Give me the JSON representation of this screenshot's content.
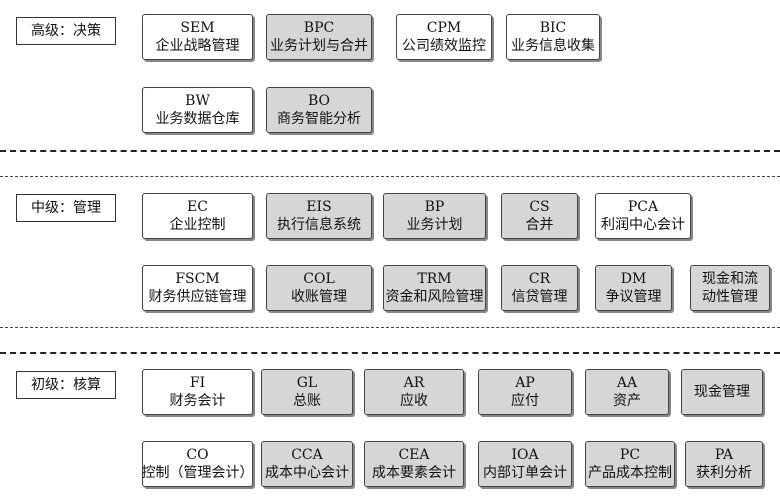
{
  "levels": [
    {
      "label": "高级：决策"
    },
    {
      "label": "中级：管理"
    },
    {
      "label": "初级：核算"
    }
  ],
  "modules": [
    {
      "code": "SEM",
      "name": "企业战略管理",
      "shaded": false
    },
    {
      "code": "BPC",
      "name": "业务计划与合并",
      "shaded": true
    },
    {
      "code": "CPM",
      "name": "公司绩效监控",
      "shaded": false
    },
    {
      "code": "BIC",
      "name": "业务信息收集",
      "shaded": false
    },
    {
      "code": "BW",
      "name": "业务数据仓库",
      "shaded": false
    },
    {
      "code": "BO",
      "name": "商务智能分析",
      "shaded": true
    },
    {
      "code": "EC",
      "name": "企业控制",
      "shaded": false
    },
    {
      "code": "EIS",
      "name": "执行信息系统",
      "shaded": true
    },
    {
      "code": "BP",
      "name": "业务计划",
      "shaded": true
    },
    {
      "code": "CS",
      "name": "合并",
      "shaded": true
    },
    {
      "code": "PCA",
      "name": "利润中心会计",
      "shaded": false
    },
    {
      "code": "FSCM",
      "name": "财务供应链管理",
      "shaded": false
    },
    {
      "code": "COL",
      "name": "收账管理",
      "shaded": true
    },
    {
      "code": "TRM",
      "name": "资金和风险管理",
      "shaded": true
    },
    {
      "code": "CR",
      "name": "信贷管理",
      "shaded": true
    },
    {
      "code": "DM",
      "name": "争议管理",
      "shaded": true
    },
    {
      "code": "",
      "name": "现金和流",
      "name2": "动性管理",
      "shaded": true
    },
    {
      "code": "FI",
      "name": "财务会计",
      "shaded": false
    },
    {
      "code": "GL",
      "name": "总账",
      "shaded": true
    },
    {
      "code": "AR",
      "name": "应收",
      "shaded": true
    },
    {
      "code": "AP",
      "name": "应付",
      "shaded": true
    },
    {
      "code": "AA",
      "name": "资产",
      "shaded": true
    },
    {
      "code": "",
      "name": "现金管理",
      "shaded": true
    },
    {
      "code": "CO",
      "name": "控制（管理会计）",
      "shaded": false
    },
    {
      "code": "CCA",
      "name": "成本中心会计",
      "shaded": true
    },
    {
      "code": "CEA",
      "name": "成本要素会计",
      "shaded": true
    },
    {
      "code": "IOA",
      "name": "内部订单会计",
      "shaded": true
    },
    {
      "code": "PC",
      "name": "产品成本控制",
      "shaded": true
    },
    {
      "code": "PA",
      "name": "获利分析",
      "shaded": true
    }
  ],
  "colors": {
    "shaded": "#d6d6d6",
    "plain": "#ffffff",
    "border": "#444444"
  }
}
